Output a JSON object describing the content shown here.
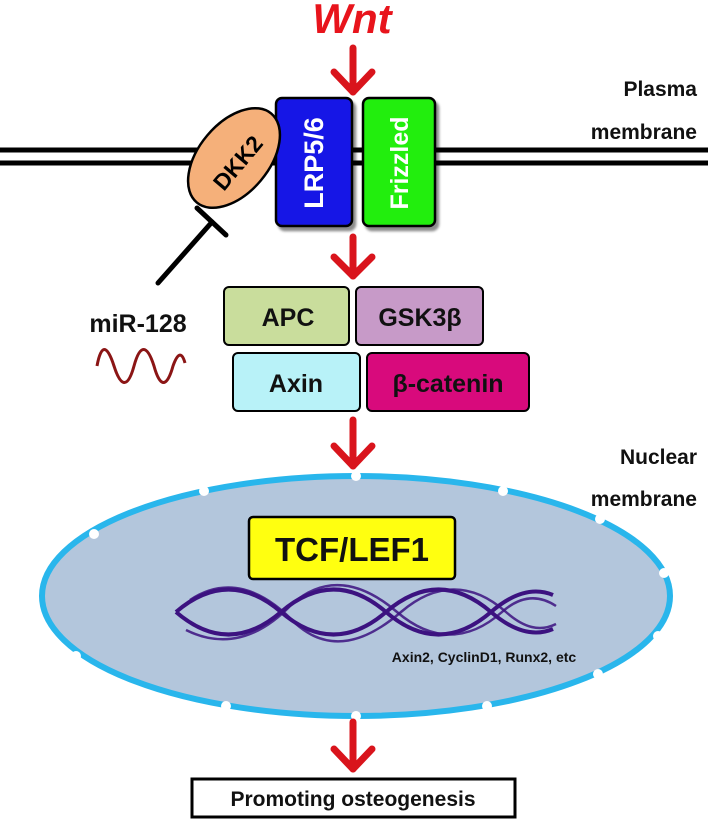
{
  "signal": {
    "name": "Wnt"
  },
  "membranes": {
    "plasma_line1": "Plasma",
    "plasma_line2": "membrane",
    "nuclear_line1": "Nuclear",
    "nuclear_line2": "membrane"
  },
  "receptors": {
    "dkk2": "DKK2",
    "lrp": "LRP5/6",
    "frizzled": "Frizzled"
  },
  "inhibitor": {
    "mirna": "miR-128"
  },
  "complex": {
    "apc": "APC",
    "gsk": "GSK3β",
    "axin": "Axin",
    "bcatenin": "β-catenin"
  },
  "nucleus": {
    "tcf": "TCF/LEF1",
    "targets": "Axin2, CyclinD1, Runx2, etc"
  },
  "outcome": {
    "label": "Promoting osteogenesis"
  },
  "colors": {
    "wnt_red": "#e8141c",
    "arrow_red": "#d9141c",
    "dkk2_fill": "#f5b07a",
    "lrp_fill": "#1515e6",
    "frizzled_fill": "#22ee11",
    "apc_fill": "#c9dd9c",
    "gsk_fill": "#c79ac8",
    "axin_fill": "#b8f2f8",
    "bcatenin_fill": "#d80a7c",
    "nucleus_fill": "#b3c6dc",
    "nucleus_border": "#29b6ec",
    "tcf_fill": "#ffff10",
    "dna": "#3c1280",
    "mirna_wave": "#8b1515"
  }
}
